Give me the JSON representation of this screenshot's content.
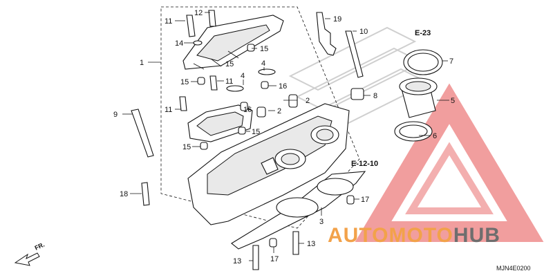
{
  "diagram": {
    "callouts": [
      "1",
      "2",
      "2",
      "3",
      "4",
      "4",
      "5",
      "6",
      "7",
      "8",
      "9",
      "10",
      "11",
      "11",
      "11",
      "12",
      "13",
      "13",
      "14",
      "15",
      "15",
      "15",
      "15",
      "15",
      "16",
      "16",
      "17",
      "17",
      "18",
      "19"
    ],
    "references": {
      "top_right": "E-23",
      "middle": "E-12-10"
    },
    "direction_label": "FR.",
    "diagram_code": "MJN4E0200"
  },
  "watermark": {
    "part1": "AUTO",
    "part2": "MOTO",
    "part3": "HUB",
    "color_part1": "#f2a24a",
    "color_part2": "#f2a24a",
    "color_part3": "#6e6e6e",
    "triangle_color": "#e23b3b"
  }
}
